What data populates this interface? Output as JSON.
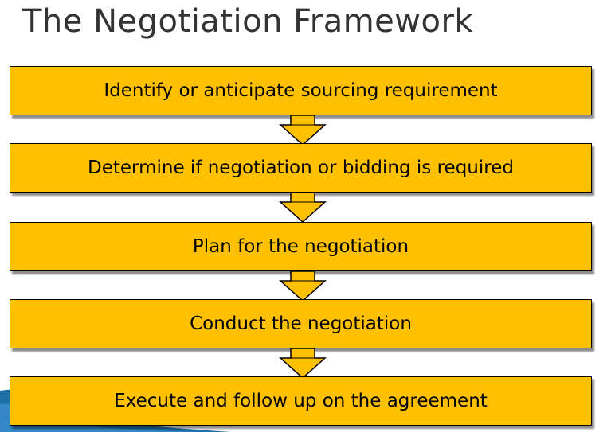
{
  "title": "The Negotiation Framework",
  "steps": [
    "Identify or anticipate sourcing requirement",
    "Determine if negotiation or bidding is required",
    "Plan for the negotiation",
    "Conduct the negotiation",
    "Execute and follow up on the agreement"
  ],
  "colors": {
    "box_fill": "#ffc000",
    "box_border": "#000000",
    "title_text": "#333333",
    "corner_accent": "#1f6fa8"
  },
  "icons": {
    "connector": "down-arrow-icon"
  }
}
